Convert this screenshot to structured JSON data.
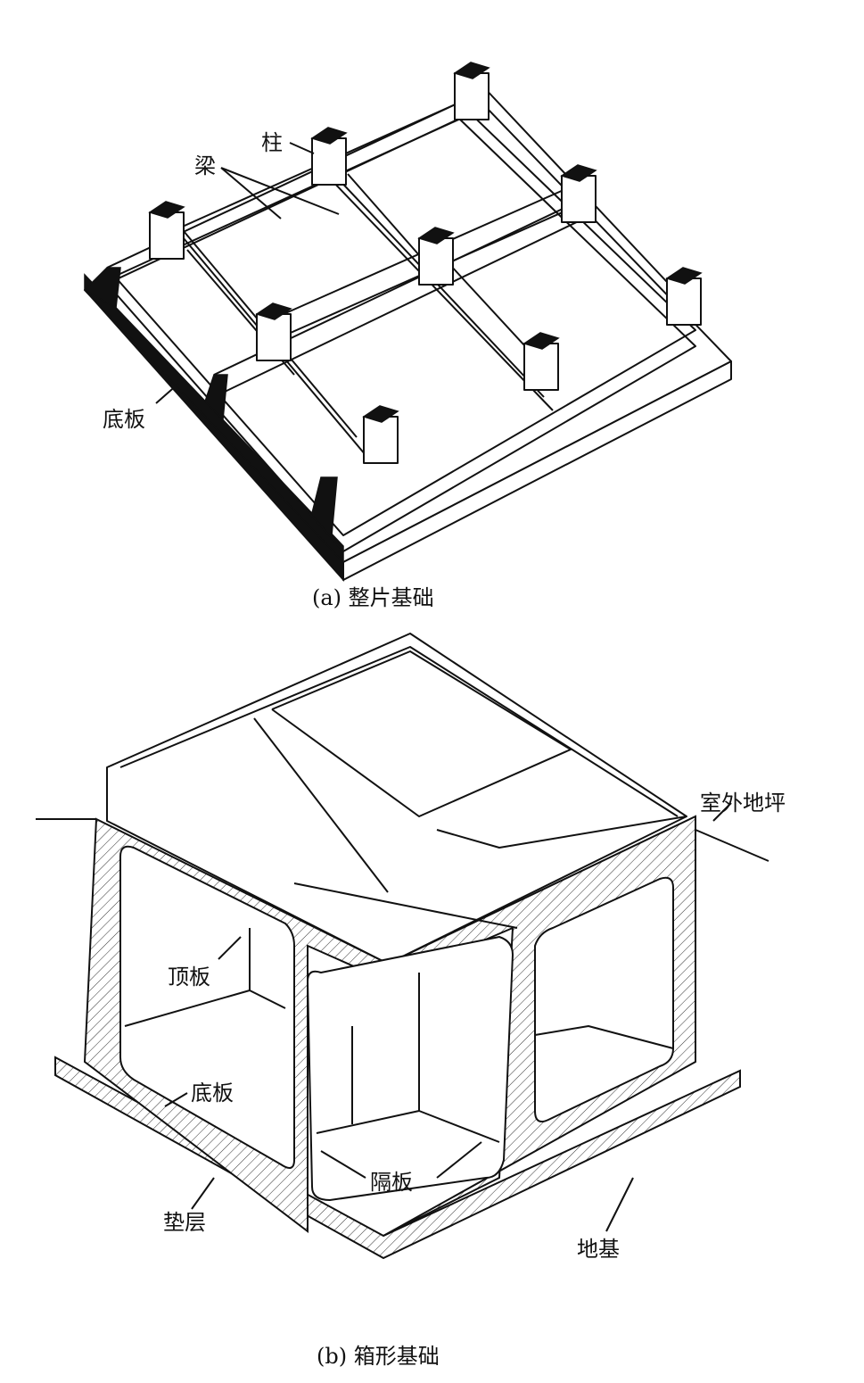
{
  "figure_a": {
    "labels": {
      "column": "柱",
      "beam": "梁",
      "base_slab": "底板"
    },
    "caption": "(a) 整片基础"
  },
  "figure_b": {
    "labels": {
      "outdoor_ground": "室外地坪",
      "top_slab": "顶板",
      "base_slab": "底板",
      "partition": "隔板",
      "cushion_layer": "垫层",
      "foundation_soil": "地基"
    },
    "caption": "(b) 箱形基础"
  }
}
